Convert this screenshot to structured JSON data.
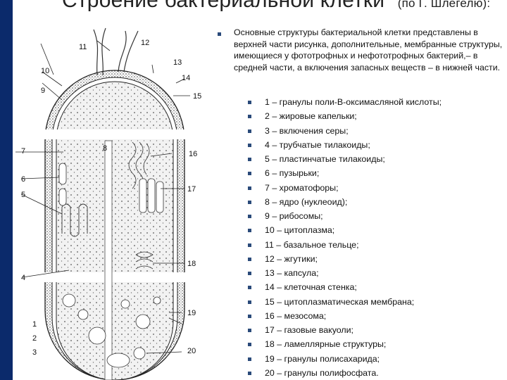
{
  "title": {
    "main": "Строение бактериальной клетки",
    "attribution": "(по Г. Шлегелю):"
  },
  "figure": {
    "labels": [
      "1",
      "2",
      "3",
      "4",
      "5",
      "6",
      "7",
      "8",
      "9",
      "10",
      "11",
      "12",
      "13",
      "14",
      "15",
      "16",
      "17",
      "18",
      "19",
      "20"
    ]
  },
  "intro": "Основные структуры бактериальной клетки представлены в верхней части рисунка, дополнительные, мембранные структуры, имеющиеся у фототрофных и нефототрофных бактерий,– в средней части, а включения запасных веществ – в нижней части.",
  "structures": [
    "1 – гранулы поли-В-оксимасляной кислоты;",
    "2 – жировые капельки;",
    "3 – включения серы;",
    "4 – трубчатые тилакоиды;",
    "5 – пластинчатые тилакоиды;",
    "6 – пузырьки;",
    "7 – хроматофоры;",
    "8 – ядро (нуклеоид);",
    "9 – рибосомы;",
    "10 – цитоплазма;",
    "11 – базальное тельце;",
    "12 – жгутики;",
    "13 – капсула;",
    "14 – клеточная стенка;",
    "15 – цитоплазматическая мембрана;",
    "16 – мезосома;",
    "17 – газовые вакуоли;",
    "18 – ламеллярные структуры;",
    "19 – гранулы полисахарида;",
    "20 – гранулы полифосфата."
  ]
}
